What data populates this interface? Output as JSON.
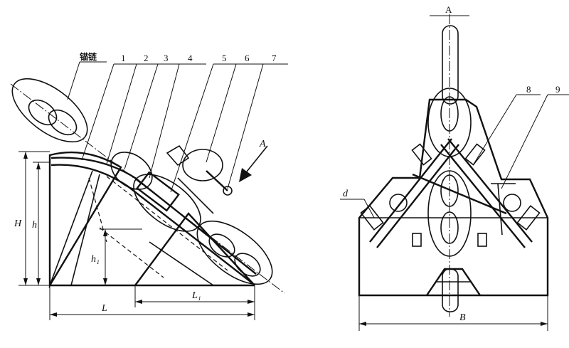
{
  "left_view": {
    "chain_label": "锚链",
    "part_numbers": [
      "1",
      "2",
      "3",
      "4",
      "5",
      "6",
      "7"
    ],
    "arrow_label": "A",
    "dim_H": "H",
    "dim_h": "h",
    "dim_h1": "h₁",
    "dim_L": "L",
    "dim_L1": "L₁"
  },
  "right_view": {
    "view_label": "A",
    "part_numbers": [
      "8",
      "9"
    ],
    "dim_d": "d",
    "dim_B": "B"
  }
}
